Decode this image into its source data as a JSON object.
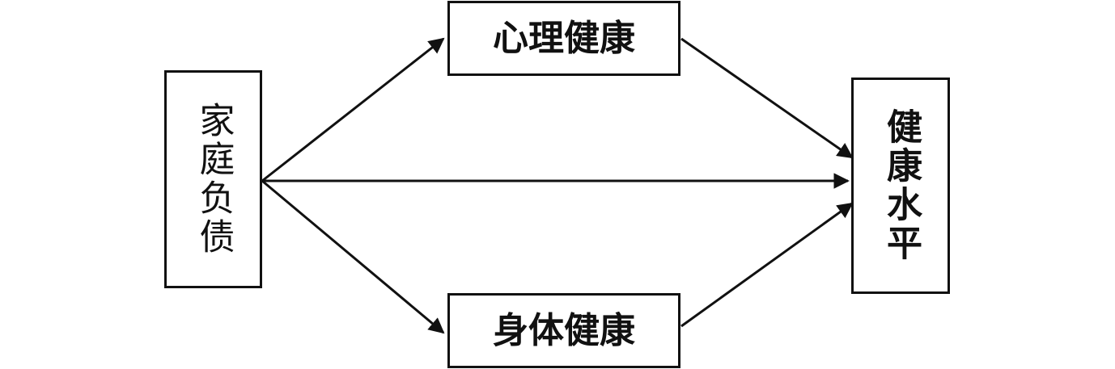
{
  "nodes": {
    "household_debt": {
      "label": "家庭负债"
    },
    "mental_health": {
      "label": "心理健康"
    },
    "physical_health": {
      "label": "身体健康"
    },
    "health_level": {
      "label": "健康水平"
    }
  },
  "edges": [
    {
      "from": "household_debt",
      "to": "mental_health"
    },
    {
      "from": "household_debt",
      "to": "health_level"
    },
    {
      "from": "household_debt",
      "to": "physical_health"
    },
    {
      "from": "mental_health",
      "to": "health_level"
    },
    {
      "from": "physical_health",
      "to": "health_level"
    }
  ],
  "colors": {
    "stroke": "#111111",
    "background": "#ffffff"
  }
}
